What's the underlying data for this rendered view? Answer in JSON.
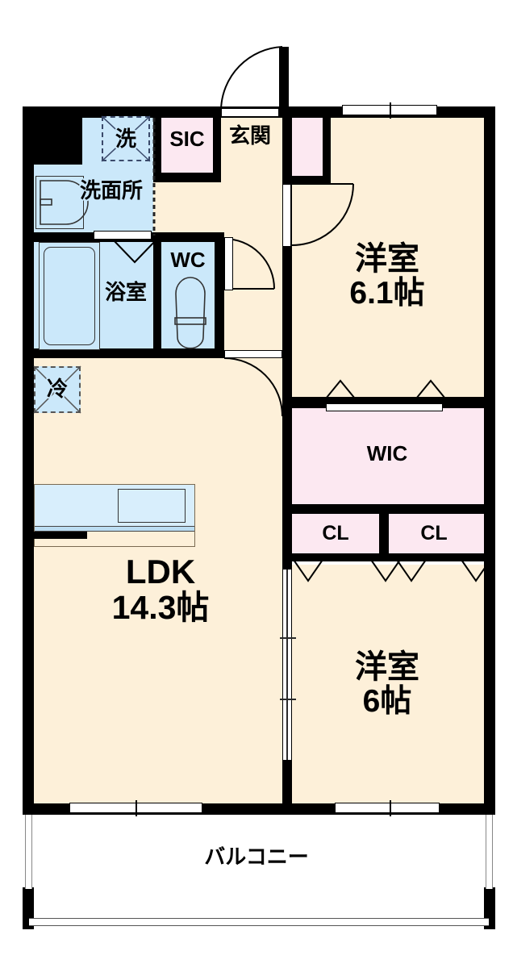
{
  "plan": {
    "title": "間取り図",
    "colors": {
      "wall": "#000000",
      "floor": "#fdf0d9",
      "wet_area": "#cbe8fa",
      "closet": "#fce8f1",
      "background": "#ffffff"
    },
    "rooms": [
      {
        "key": "ldk",
        "name_line1": "LDK",
        "name_line2": "14.3帖"
      },
      {
        "key": "bedroom_a",
        "name_line1": "洋室",
        "name_line2": "6.1帖"
      },
      {
        "key": "bedroom_b",
        "name_line1": "洋室",
        "name_line2": "6帖"
      },
      {
        "key": "genkan",
        "name_line1": "玄関",
        "name_line2": ""
      },
      {
        "key": "sic",
        "name_line1": "SIC",
        "name_line2": ""
      },
      {
        "key": "senmenjo",
        "name_line1": "洗面所",
        "name_line2": ""
      },
      {
        "key": "yokushitsu",
        "name_line1": "浴室",
        "name_line2": ""
      },
      {
        "key": "wc",
        "name_line1": "WC",
        "name_line2": ""
      },
      {
        "key": "wic",
        "name_line1": "WIC",
        "name_line2": ""
      },
      {
        "key": "cl_left",
        "name_line1": "CL",
        "name_line2": ""
      },
      {
        "key": "cl_right",
        "name_line1": "CL",
        "name_line2": ""
      },
      {
        "key": "balcony",
        "name_line1": "バルコニー",
        "name_line2": ""
      }
    ],
    "appliances": [
      {
        "key": "washer",
        "label": "洗",
        "type": "washing-machine-slot"
      },
      {
        "key": "fridge",
        "label": "冷",
        "type": "refrigerator-slot"
      }
    ],
    "fixtures": [
      {
        "key": "kitchen-counter",
        "label": ""
      },
      {
        "key": "bathtub",
        "label": ""
      },
      {
        "key": "toilet",
        "label": ""
      },
      {
        "key": "washbasin",
        "label": ""
      }
    ],
    "labels": {
      "ldk": "LDK",
      "ldk_size": "14.3帖",
      "bedroom_a": "洋室",
      "bedroom_a_size": "6.1帖",
      "bedroom_b": "洋室",
      "bedroom_b_size": "6帖",
      "genkan": "玄関",
      "sic": "SIC",
      "senmenjo": "洗面所",
      "yokushitsu": "浴室",
      "wc": "WC",
      "wic": "WIC",
      "cl_left": "CL",
      "cl_right": "CL",
      "balcony": "バルコニー",
      "washer": "洗",
      "fridge": "冷"
    }
  }
}
